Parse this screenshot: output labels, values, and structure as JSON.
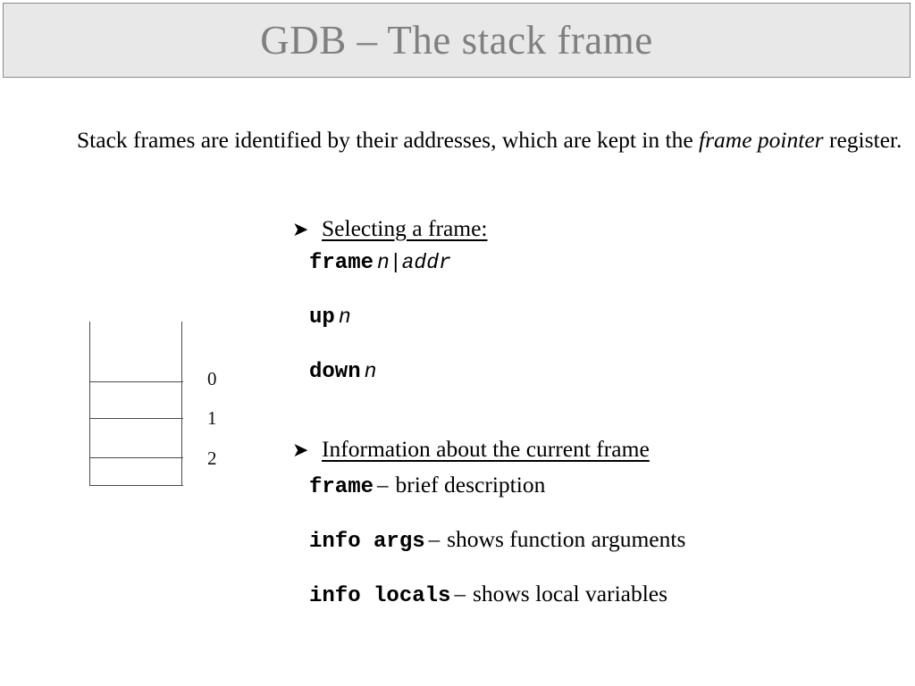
{
  "slide": {
    "title": "GDB – The stack frame",
    "title_color": "#808080",
    "title_bar_bg": "#e8e8e8",
    "title_bar_border": "#8a8a8a"
  },
  "intro": {
    "lead": " Stack frames are identified by their addresses, which are kept in the ",
    "emphasis": "frame pointer",
    "tail": " register."
  },
  "stack_diagram": {
    "labels": [
      "0",
      "1",
      "2"
    ],
    "border_color": "#4a4a4a"
  },
  "sections": [
    {
      "bullet_glyph": "➤",
      "heading": "Selecting a frame:",
      "commands": [
        {
          "cmd": "frame",
          "arg": "n|addr",
          "dash": "",
          "desc": ""
        },
        {
          "cmd": "up",
          "arg": "n",
          "dash": "",
          "desc": ""
        },
        {
          "cmd": "down",
          "arg": "n",
          "dash": "",
          "desc": ""
        }
      ]
    },
    {
      "bullet_glyph": "➤",
      "heading": "Information about the current frame",
      "commands": [
        {
          "cmd": "frame",
          "arg": "",
          "dash": "–",
          "desc": "brief description"
        },
        {
          "cmd": "info args",
          "arg": "",
          "dash": "–",
          "desc": "shows function arguments"
        },
        {
          "cmd": "info locals",
          "arg": "",
          "dash": "–",
          "desc": "shows local variables"
        }
      ]
    }
  ]
}
